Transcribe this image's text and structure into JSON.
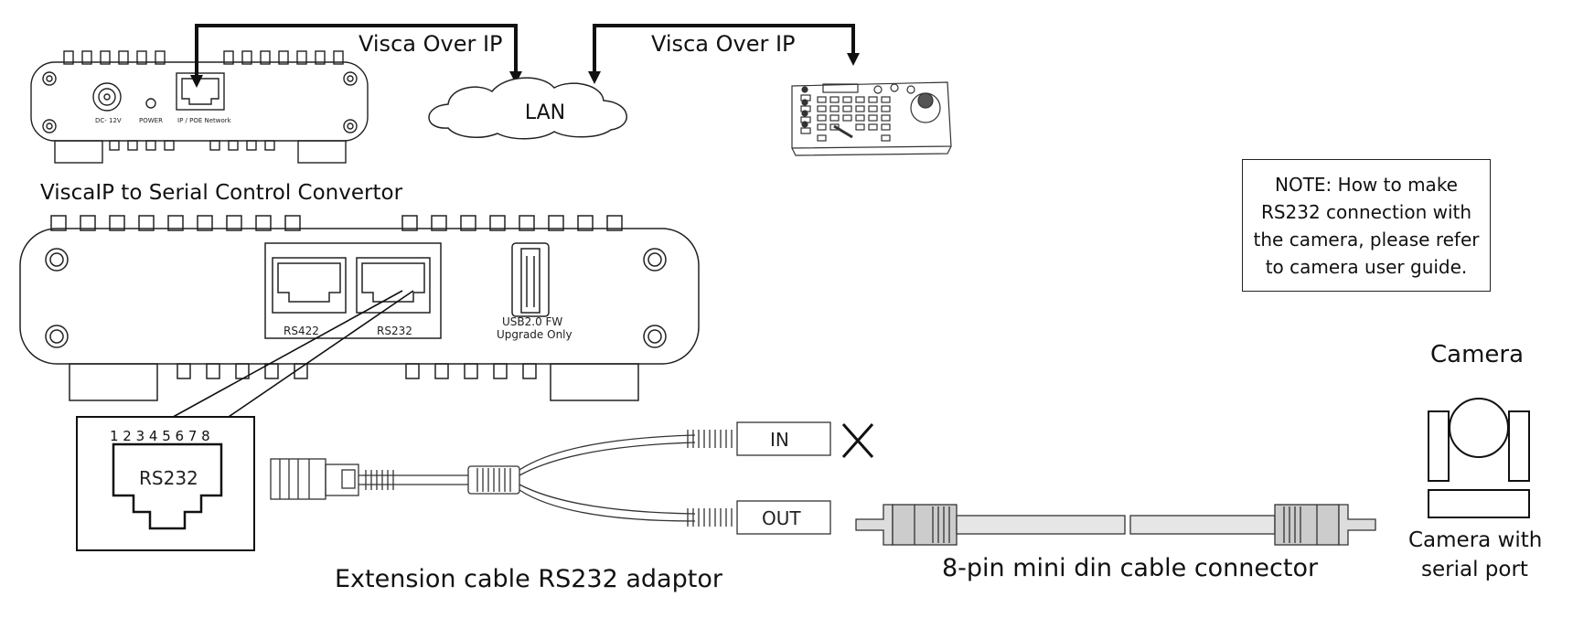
{
  "top_unit": {
    "dc_label": "DC- 12V",
    "power_label": "POWER",
    "network_label": "IP / POE Network"
  },
  "arrows": {
    "left_label": "Visca Over IP",
    "right_label": "Visca Over IP"
  },
  "lan_label": "LAN",
  "converter_title": "ViscaIP to Serial Control Convertor",
  "converter": {
    "rs422_label": "RS422",
    "rs232_label": "RS232",
    "usb_label_line1": "USB2.0 FW",
    "usb_label_line2": "Upgrade Only"
  },
  "pinout": {
    "pins": "1 2 3 4 5 6 7 8",
    "label": "RS232"
  },
  "adaptor": {
    "in_label": "IN",
    "out_label": "OUT",
    "caption": "Extension cable RS232 adaptor"
  },
  "mini_din": {
    "caption": "8-pin mini din cable connector"
  },
  "camera": {
    "title": "Camera",
    "caption_line1": "Camera with",
    "caption_line2": "serial port"
  },
  "note": {
    "text": "NOTE: How to make\nRS232 connection with\nthe camera, please refer\nto camera user guide."
  }
}
